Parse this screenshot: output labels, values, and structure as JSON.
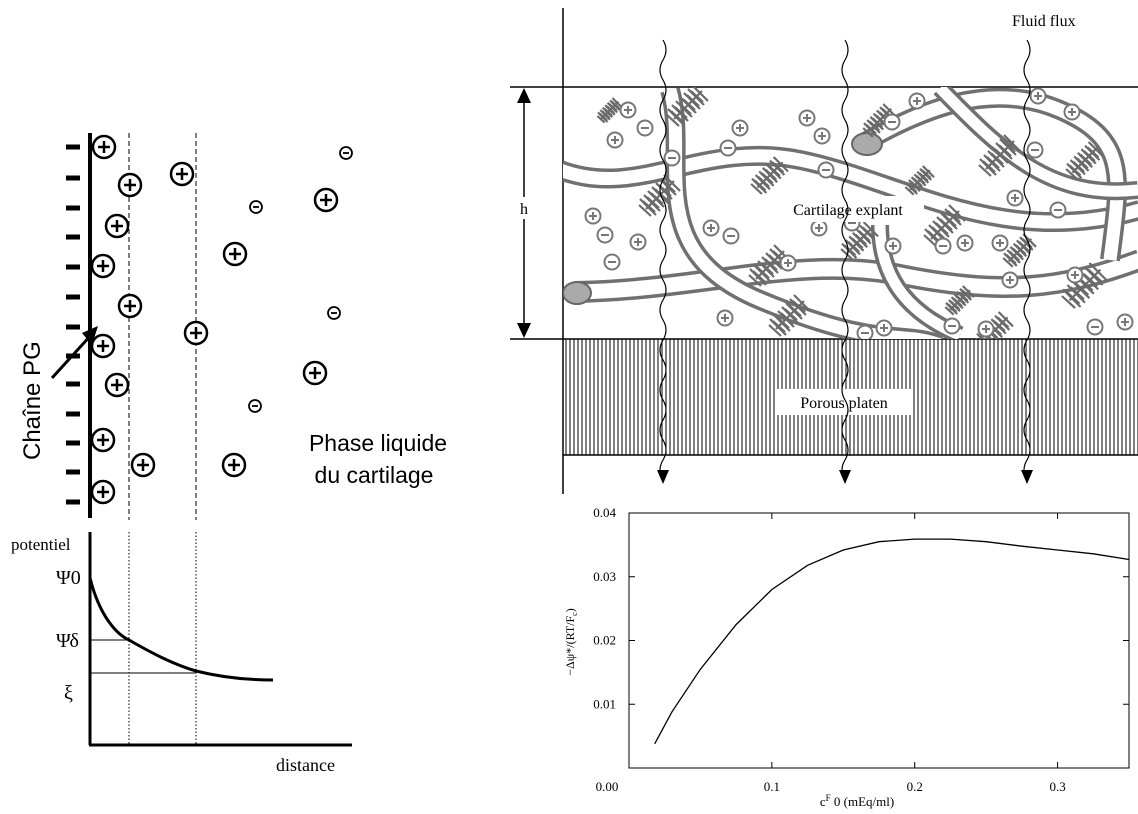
{
  "left_panel": {
    "label_chain": "Chaîne PG",
    "label_phase_line1": "Phase liquide",
    "label_phase_line2": "du cartilage",
    "axis_y": "potentiel",
    "axis_x": "distance",
    "psi0": "Ψ0",
    "psi_delta": "Ψδ",
    "xi": "ξ"
  },
  "right_panel": {
    "fluid_flux": "Fluid flux",
    "h": "h",
    "explant": "Cartilage explant",
    "platen": "Porous platen"
  },
  "colors": {
    "ink": "#000000",
    "matrix_gray": "#707070",
    "ion_gray": "#8a8a8a"
  },
  "chart_data": {
    "type": "line",
    "title": "",
    "xlabel": "c^F_0 (mEq/ml)",
    "ylabel": "−Δψ*/(RT/F_c)",
    "xlim": [
      0,
      0.35
    ],
    "ylim": [
      0,
      0.04
    ],
    "x_ticks": [
      "0.00",
      "0.1",
      "0.2",
      "0.3"
    ],
    "y_ticks": [
      "0.00",
      "0.01",
      "0.02",
      "0.03",
      "0.04"
    ],
    "series": [
      {
        "x": [
          0.018,
          0.03,
          0.05,
          0.075,
          0.1,
          0.125,
          0.15,
          0.175,
          0.2,
          0.225,
          0.25,
          0.275,
          0.3,
          0.325,
          0.35
        ],
        "y": [
          0.0038,
          0.0088,
          0.0155,
          0.0225,
          0.028,
          0.0318,
          0.0342,
          0.0355,
          0.0359,
          0.0359,
          0.0355,
          0.0348,
          0.0342,
          0.0336,
          0.0327
        ]
      }
    ]
  }
}
